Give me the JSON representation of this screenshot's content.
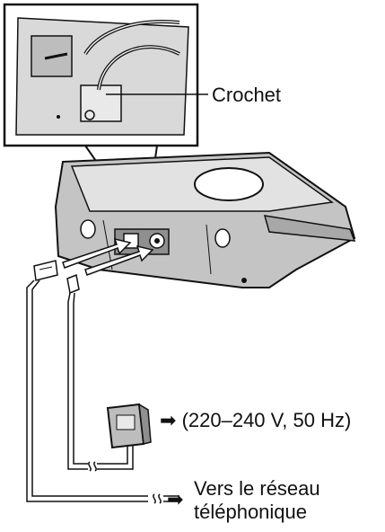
{
  "labels": {
    "hook": "Crochet",
    "power_arrow": "➡",
    "power": "(220–240 V, 50 Hz)",
    "network_arrow": "➡",
    "network_line1": "Vers le réseau",
    "network_line2": "téléphonique"
  },
  "icons": {
    "power_adaptor": "ac-adaptor-icon",
    "base_unit": "telephone-base-icon",
    "modular_plug": "telephone-plug-icon"
  }
}
